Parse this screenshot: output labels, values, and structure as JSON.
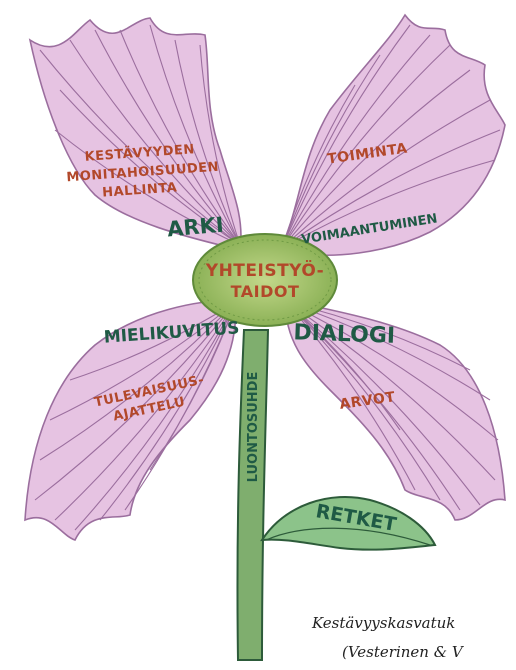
{
  "petals": {
    "top_left": {
      "lines": [
        "KESTÄVYYDEN",
        "MONITAHOISUUDEN",
        "HALLINTA"
      ],
      "label": "ARKI"
    },
    "top_right": {
      "lines": [
        "TOIMINTA"
      ],
      "label": "VOIMAANTUMINEN"
    },
    "bottom_left": {
      "lines": [
        "TULEVAISUUS-",
        "AJATTELU"
      ],
      "label": "MIELIKUVITUS"
    },
    "bottom_right": {
      "lines": [
        "ARVOT"
      ],
      "label": "DIALOGI"
    }
  },
  "center": {
    "lines": [
      "YHTEISTYÖ-",
      "TAIDOT"
    ]
  },
  "stem": {
    "label": "LUONTOSUHDE"
  },
  "leaf": {
    "label": "RETKET"
  },
  "caption": {
    "line1": "Kestävyyskasvatuk",
    "line2": "(Vesterinen & V"
  },
  "colors": {
    "petal": "#e6c3e2",
    "petal_vein": "#9b6e9e",
    "center": "#9fbf6a",
    "stem": "#7fae6e",
    "stem_dark": "#2d5b3a",
    "leaf": "#8cc38a",
    "handwriting_red": "#b2482a",
    "handwriting_green": "#1f5a45"
  }
}
